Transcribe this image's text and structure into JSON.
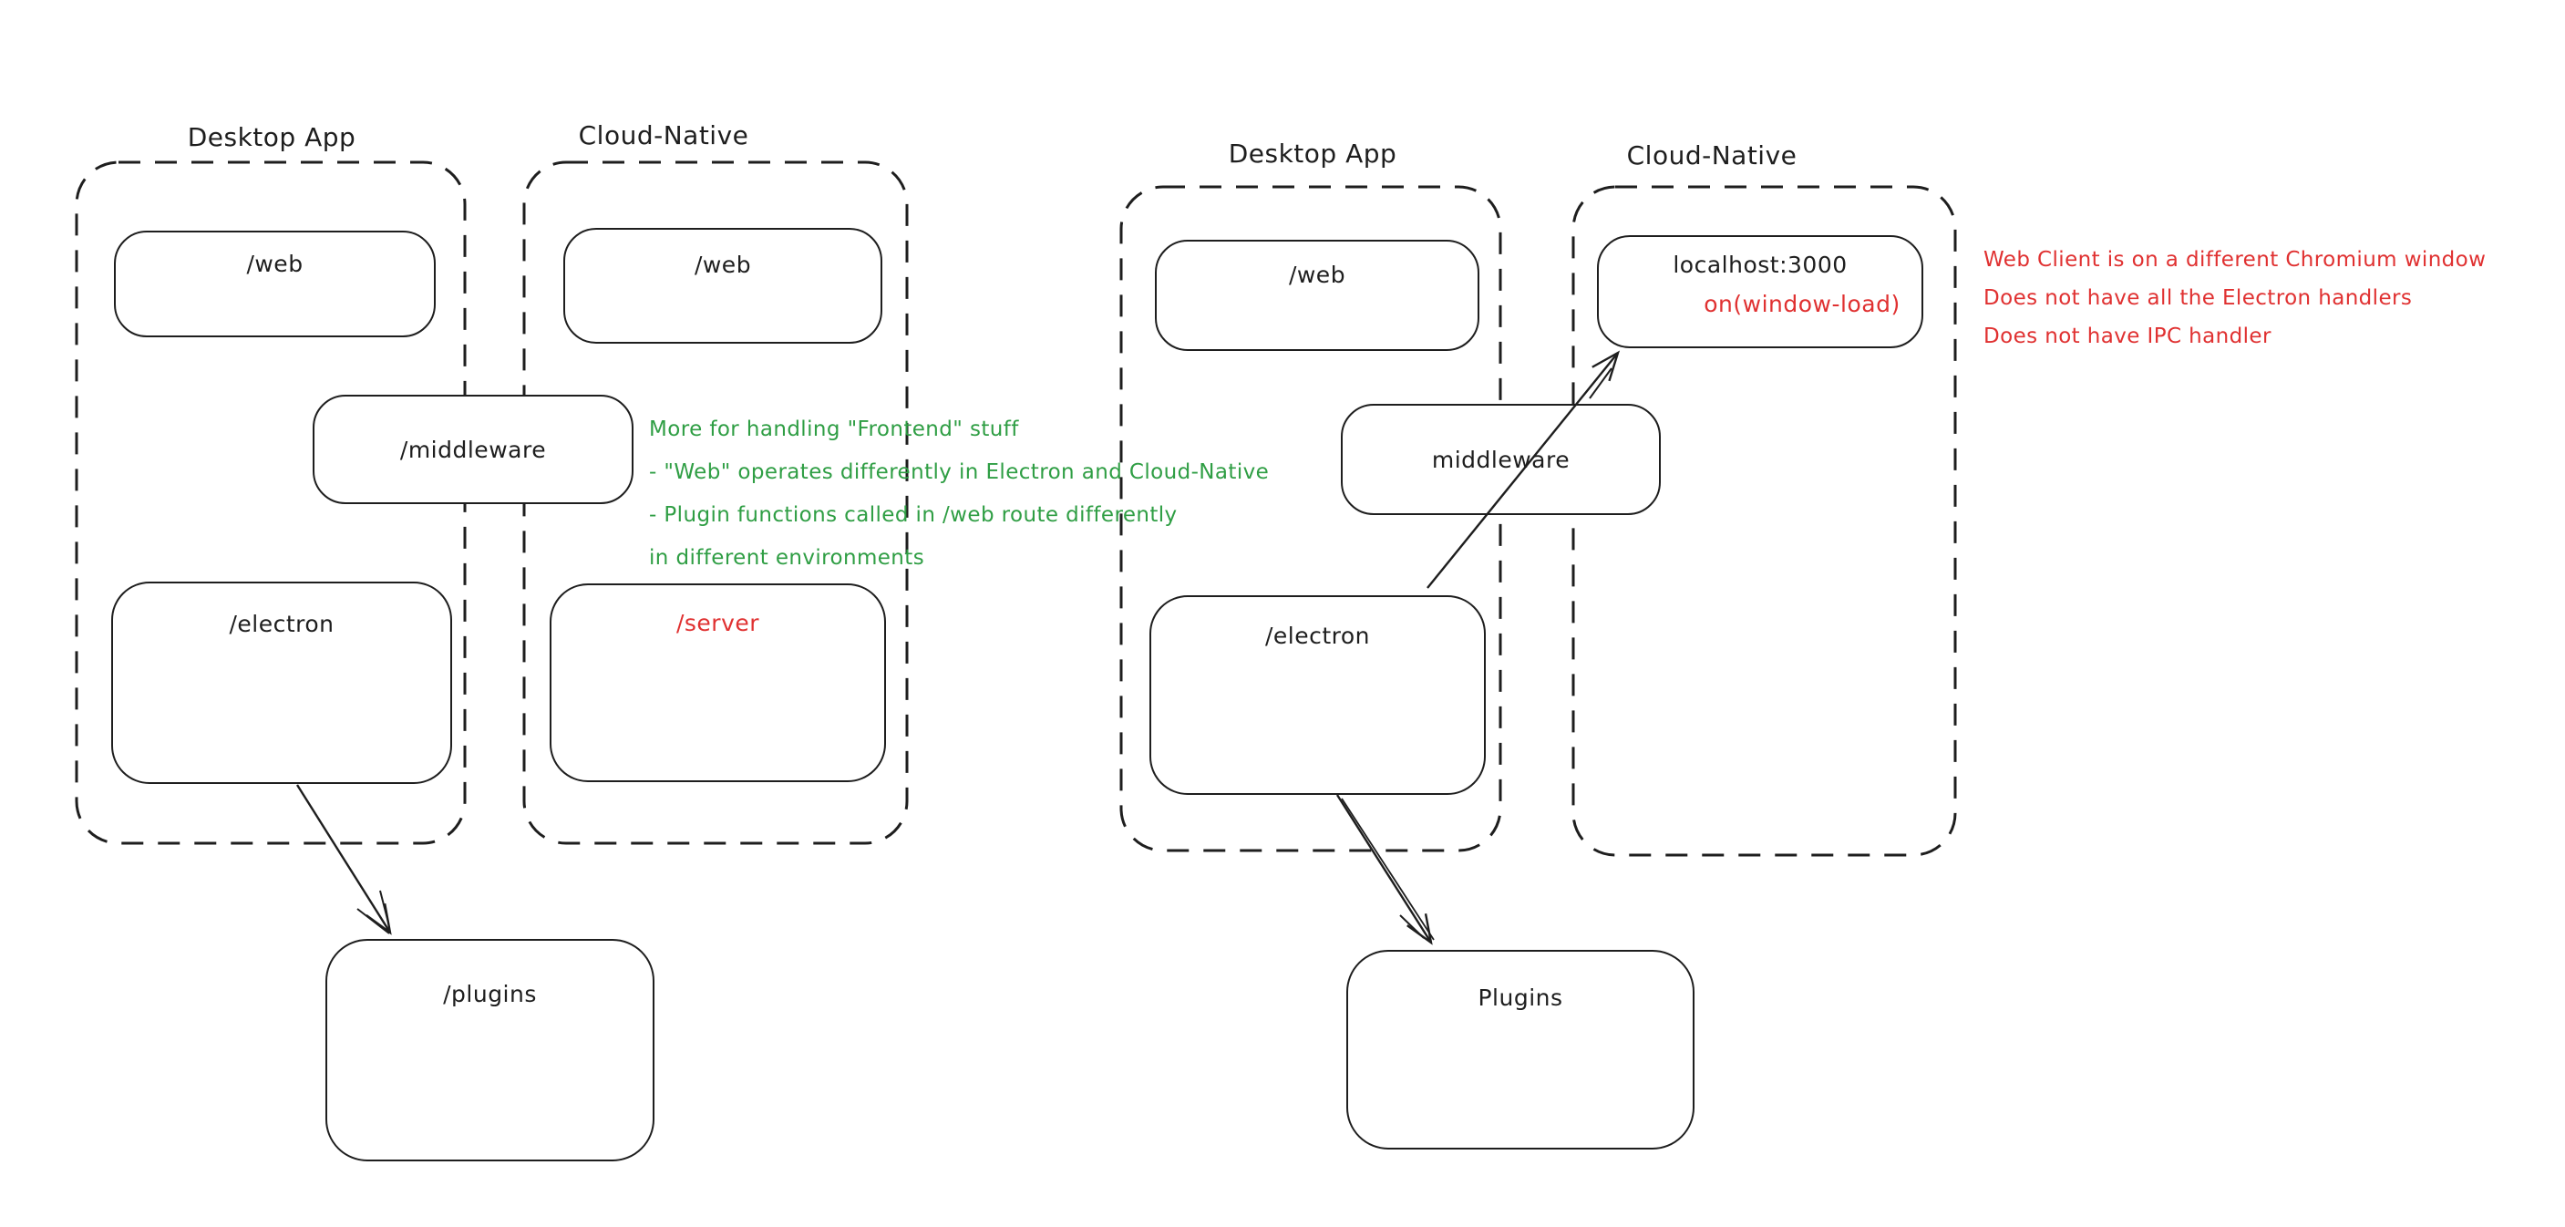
{
  "palette": {
    "ink": "#1e1e1e",
    "red": "#e03131",
    "green": "#2f9e44",
    "background": "#ffffff"
  },
  "left_diagram": {
    "desktop_title": "Desktop App",
    "cloud_title": "Cloud-Native",
    "boxes": {
      "web_desktop": "/web",
      "web_cloud": "/web",
      "middleware": "/middleware",
      "electron": "/electron",
      "server": "/server",
      "plugins": "/plugins"
    }
  },
  "right_diagram": {
    "desktop_title": "Desktop App",
    "cloud_title": "Cloud-Native",
    "boxes": {
      "web_desktop": "/web",
      "localhost": "localhost:3000",
      "localhost_event": "on(window-load)",
      "middleware": "middleware",
      "electron": "/electron",
      "plugins": "Plugins"
    }
  },
  "green_note": {
    "lines": [
      "More for handling \"Frontend\" stuff",
      "- \"Web\" operates differently in Electron and Cloud-Native",
      "- Plugin functions called in /web route differently",
      "in different environments"
    ]
  },
  "red_note": {
    "lines": [
      "Web Client is on a different Chromium window",
      "Does not have all the Electron handlers",
      "Does not have IPC handler"
    ]
  }
}
